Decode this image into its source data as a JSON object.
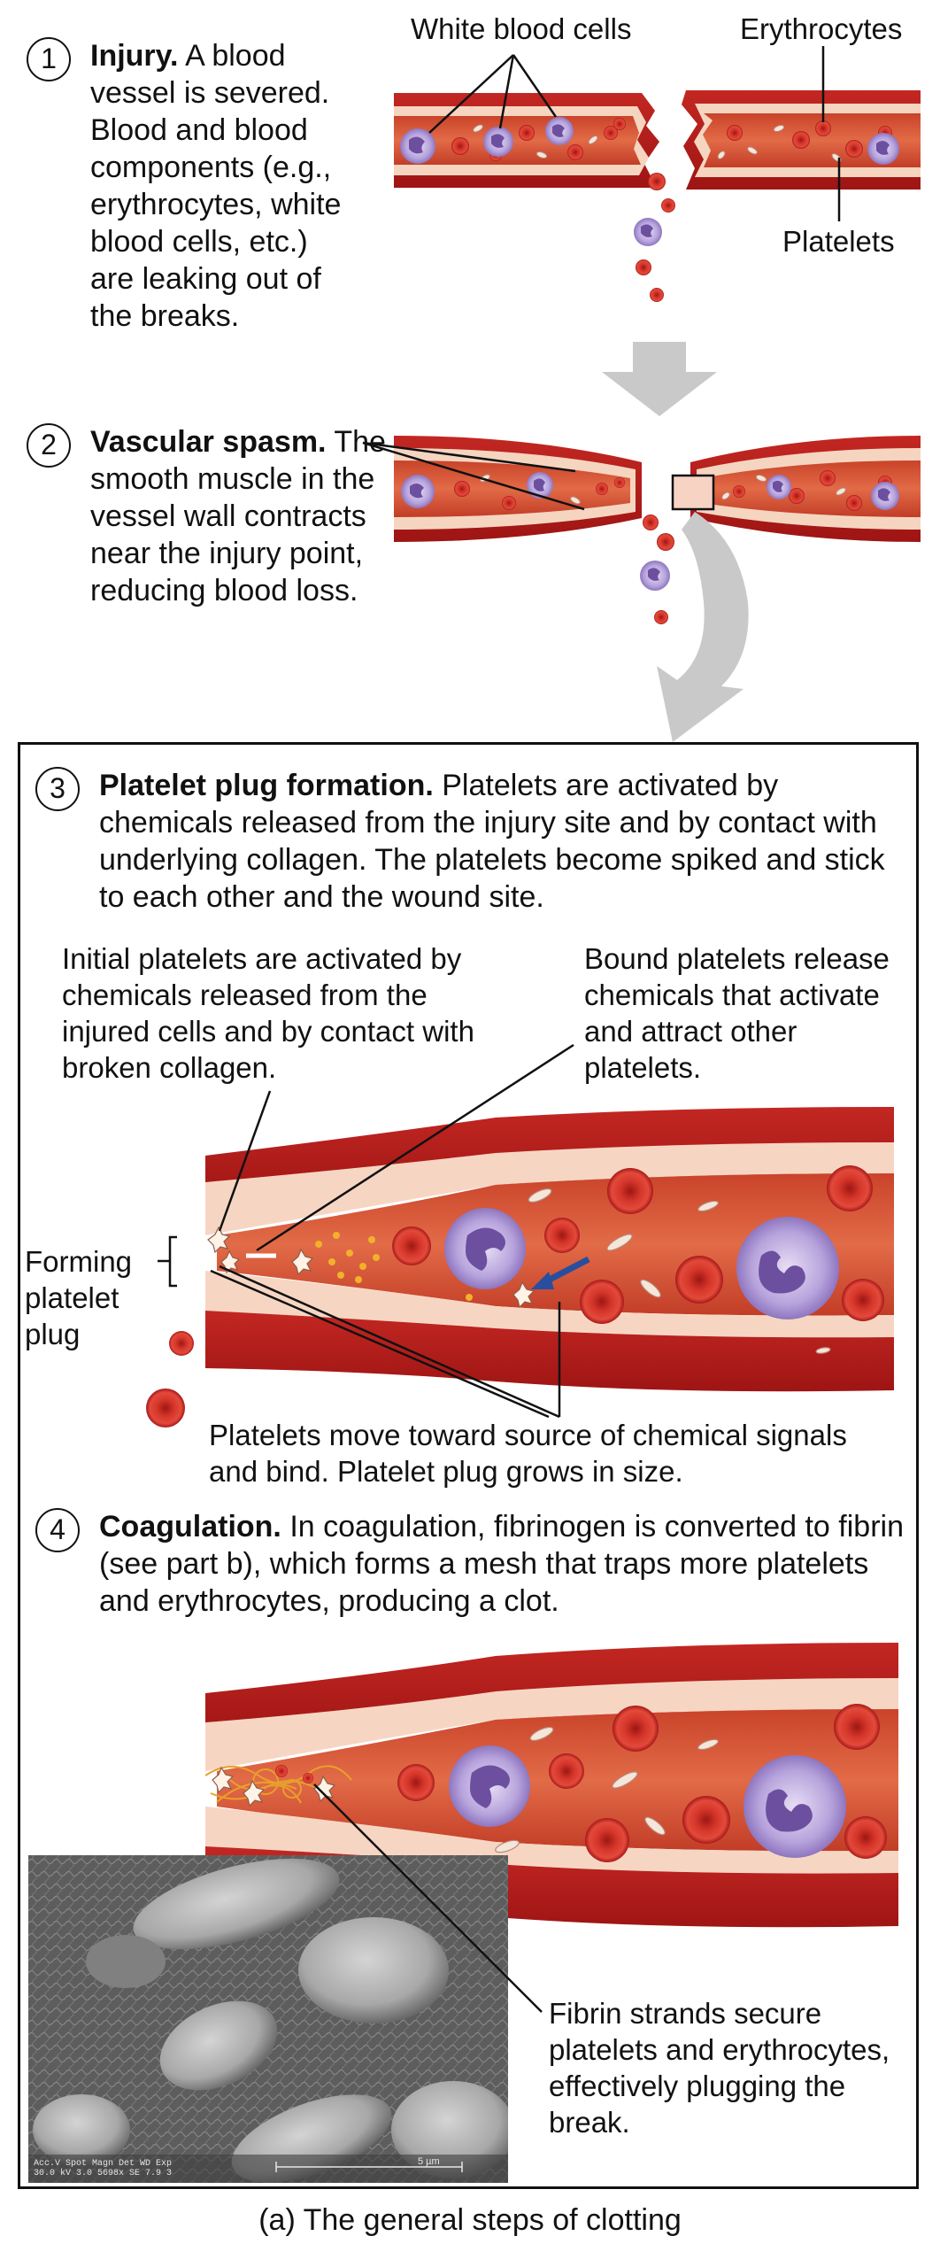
{
  "steps": [
    {
      "number": "1",
      "heading": "Injury.",
      "body": " A blood vessel is severed. Blood and blood components (e.g., erythrocytes, white blood cells, etc.) are leaking out of the breaks."
    },
    {
      "number": "2",
      "heading": "Vascular spasm.",
      "body": " The smooth muscle in the vessel wall contracts near the injury point, reducing blood loss."
    },
    {
      "number": "3",
      "heading": "Platelet plug formation.",
      "body": " Platelets are activated by chemicals released from the injury site and by contact with underlying collagen. The platelets become spiked and stick to each other and the wound site."
    },
    {
      "number": "4",
      "heading": "Coagulation.",
      "body": " In coagulation, fibrinogen is converted to fibrin (see part b), which forms a mesh that traps more platelets and erythrocytes, producing a clot."
    }
  ],
  "labels": {
    "white_blood_cells": "White blood cells",
    "erythrocytes": "Erythrocytes",
    "platelets": "Platelets",
    "initial_platelets": "Initial platelets are activated by chemicals released from the injured cells and by contact with broken collagen.",
    "bound_platelets": "Bound platelets release chemicals that activate and attract other platelets.",
    "forming_plug_1": "Forming",
    "forming_plug_2": "platelet",
    "forming_plug_3": "plug",
    "platelets_move": "Platelets move toward source of chemical signals and bind. Platelet plug grows in size.",
    "fibrin_strands": "Fibrin strands secure platelets and erythrocytes, effectively plugging the break."
  },
  "micrograph_scale": {
    "readout": "Acc.V  Spot Magn    Det  WD  Exp\n30.0 kV 3.0  5698x    SE  7.9   3",
    "scalebar": "5 µm"
  },
  "caption": "(a) The general steps of clotting",
  "colors": {
    "vessel_outer": "#b31c1a",
    "vessel_wall": "#f7d8c4",
    "vessel_lumen": "#d8522f",
    "erythrocyte": "#c8231f",
    "leukocyte": "#9a82c8",
    "arrow_gray": "#c8c8c8"
  }
}
